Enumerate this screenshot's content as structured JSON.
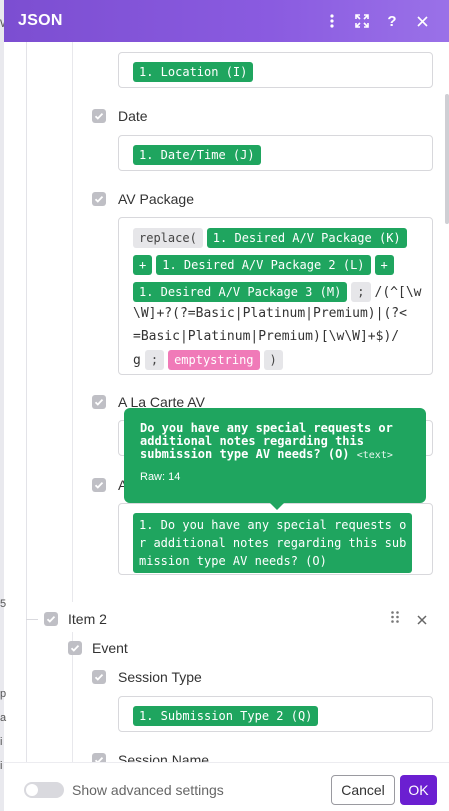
{
  "header": {
    "title": "JSON",
    "icons": [
      "more-vertical-icon",
      "expand-icon",
      "help-icon",
      "close-icon"
    ],
    "help_glyph": "?"
  },
  "fields": {
    "location": {
      "pill": "1. Location (I)"
    },
    "date": {
      "label": "Date",
      "pill": "1. Date/Time (J)"
    },
    "av_package": {
      "label": "AV Package",
      "fn_open": "replace(",
      "pill_k": "1. Desired A/V Package (K)",
      "plus1": "+",
      "pill_l": "1. Desired A/V Package 2 (L)",
      "plus2": "+",
      "pill_m": "1. Desired A/V Package 3 (M)",
      "semi1": ";",
      "regex_1": "/(^[\\w",
      "regex_2": "\\W]+?(?=Basic|Platinum|Premium)|(?<",
      "regex_3": "=Basic|Platinum|Premium)[\\w\\W]+$)/",
      "regex_4": "g",
      "semi2": ";",
      "empty": "emptystring",
      "fn_close": ")"
    },
    "a_la_carte": {
      "label": "A La Carte AV"
    },
    "additional": {
      "label_partial": "A",
      "pill_line1": "1. Do you have any special requests o",
      "pill_line2": "r additional notes regarding this sub",
      "pill_line3": "mission type AV needs? (O)"
    }
  },
  "tooltip": {
    "title_line1": "Do you have any special requests or",
    "title_line2": "additional notes regarding this",
    "title_line3": "submission type AV needs? (O)",
    "type": "<text>",
    "raw": "Raw: 14"
  },
  "item2": {
    "label": "Item 2",
    "event": {
      "label": "Event"
    },
    "session_type": {
      "label": "Session Type",
      "pill": "1. Submission Type 2 (Q)"
    },
    "session_name": {
      "label": "Session Name"
    }
  },
  "footer": {
    "advanced_label": "Show advanced settings",
    "cancel_label": "Cancel",
    "ok_label": "OK"
  },
  "background_fragments": [
    "p",
    "a",
    "i",
    "i",
    "5",
    "W"
  ],
  "colors": {
    "header": "#8a5be0",
    "pill_green": "#1fa55f",
    "pill_pink": "#f07ab8",
    "ok_button": "#6b1fd1"
  }
}
